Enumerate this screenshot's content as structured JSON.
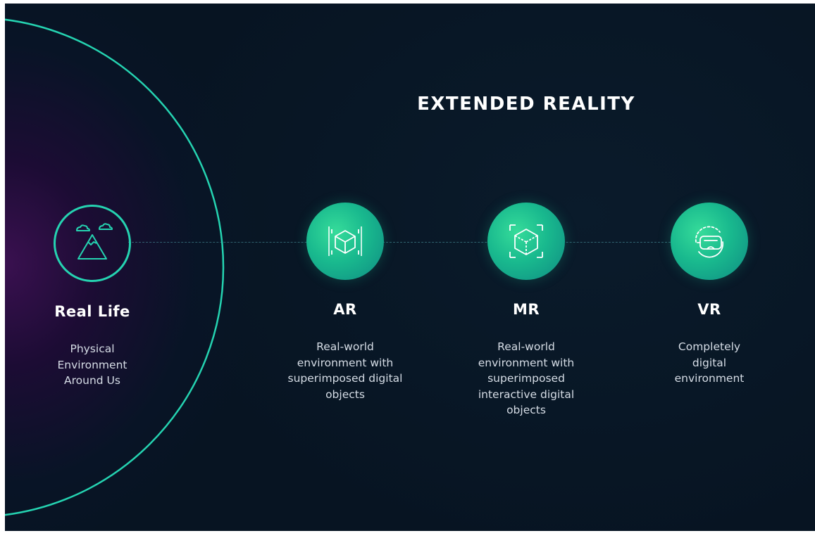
{
  "title": "EXTENDED REALITY",
  "nodes": [
    {
      "icon": "mountain-clouds-icon",
      "label": "Real Life",
      "description": "Physical\nEnvironment\nAround Us"
    },
    {
      "icon": "ar-cube-icon",
      "label": "AR",
      "description": "Real-world\nenvironment  with\nsuperimposed digital\nobjects"
    },
    {
      "icon": "mr-cube-icon",
      "label": "MR",
      "description": "Real-world\nenvironment with\nsuperimposed\ninteractive digital\nobjects"
    },
    {
      "icon": "vr-headset-icon",
      "label": "VR",
      "description": "Completely\ndigital\nenvironment"
    }
  ],
  "colors": {
    "accent": "#25d3b1",
    "node_fill": "#19b98e",
    "background": "#071422",
    "glow": "#3a1050"
  }
}
